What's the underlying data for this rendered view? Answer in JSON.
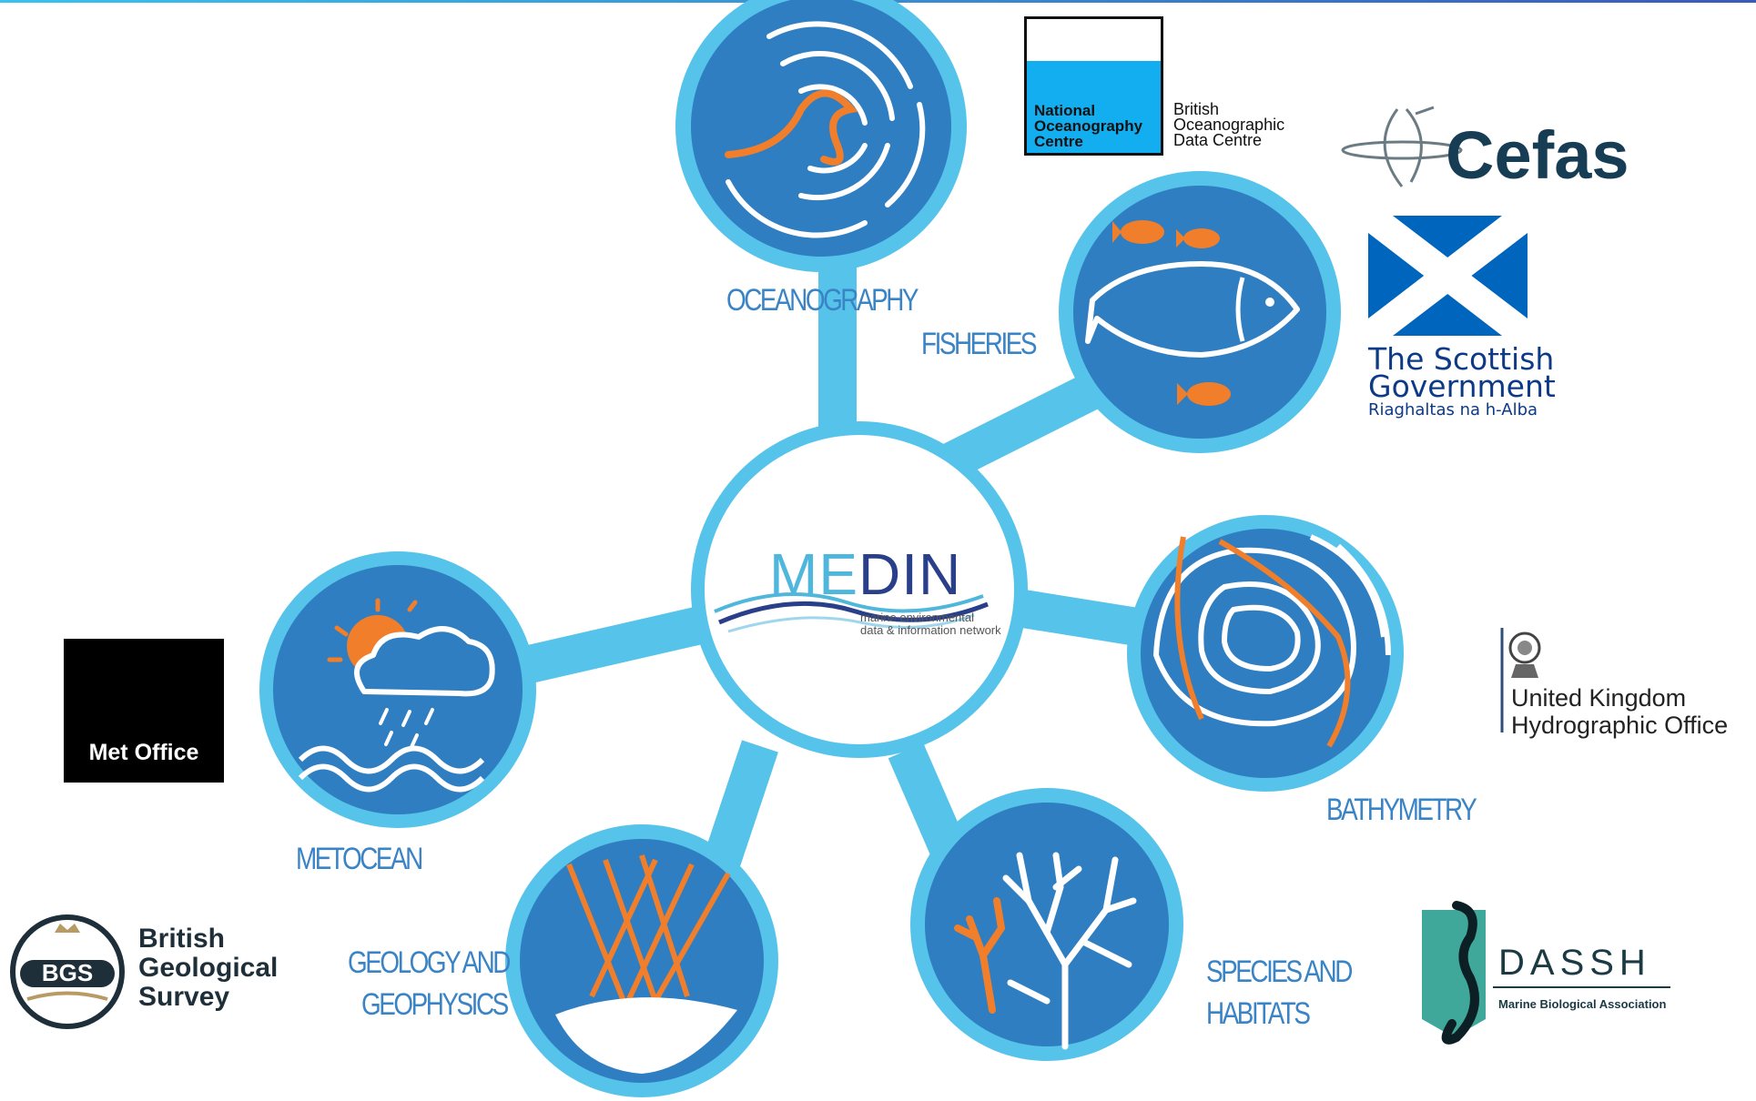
{
  "diagram": {
    "center": {
      "title_part1": "ME",
      "title_part2": "DIN",
      "subtitle_line1": "marine environmental",
      "subtitle_line2": "data & information network"
    },
    "themes": [
      {
        "id": "oceanography",
        "label": "OCEANOGRAPHY"
      },
      {
        "id": "fisheries",
        "label": "FISHERIES"
      },
      {
        "id": "bathymetry",
        "label": "BATHYMETRY"
      },
      {
        "id": "species",
        "label_line1": "SPECIES AND",
        "label_line2": "HABITATS"
      },
      {
        "id": "geology",
        "label_line1": "GEOLOGY AND",
        "label_line2": "GEOPHYSICS"
      },
      {
        "id": "metocean",
        "label": "METOCEAN"
      }
    ]
  },
  "logos": {
    "noc": {
      "line1": "National",
      "line2": "Oceanography",
      "line3": "Centre"
    },
    "bodc": {
      "line1": "British",
      "line2": "Oceanographic",
      "line3": "Data Centre"
    },
    "cefas": {
      "text": "Cefas"
    },
    "scottish_gov": {
      "line1": "The Scottish",
      "line2": "Government",
      "line3": "Riaghaltas na h-Alba"
    },
    "ukho": {
      "line1": "United Kingdom",
      "line2": "Hydrographic Office"
    },
    "met_office": {
      "text": "Met Office"
    },
    "bgs": {
      "badge": "BGS",
      "line1": "British",
      "line2": "Geological",
      "line3": "Survey"
    },
    "dassh": {
      "text": "DASSH",
      "sub": "Marine Biological Association"
    }
  },
  "colors": {
    "ring": "#56c3ea",
    "disc": "#2f7ec1",
    "accent": "#f07e2a",
    "label": "#3a84c6"
  }
}
